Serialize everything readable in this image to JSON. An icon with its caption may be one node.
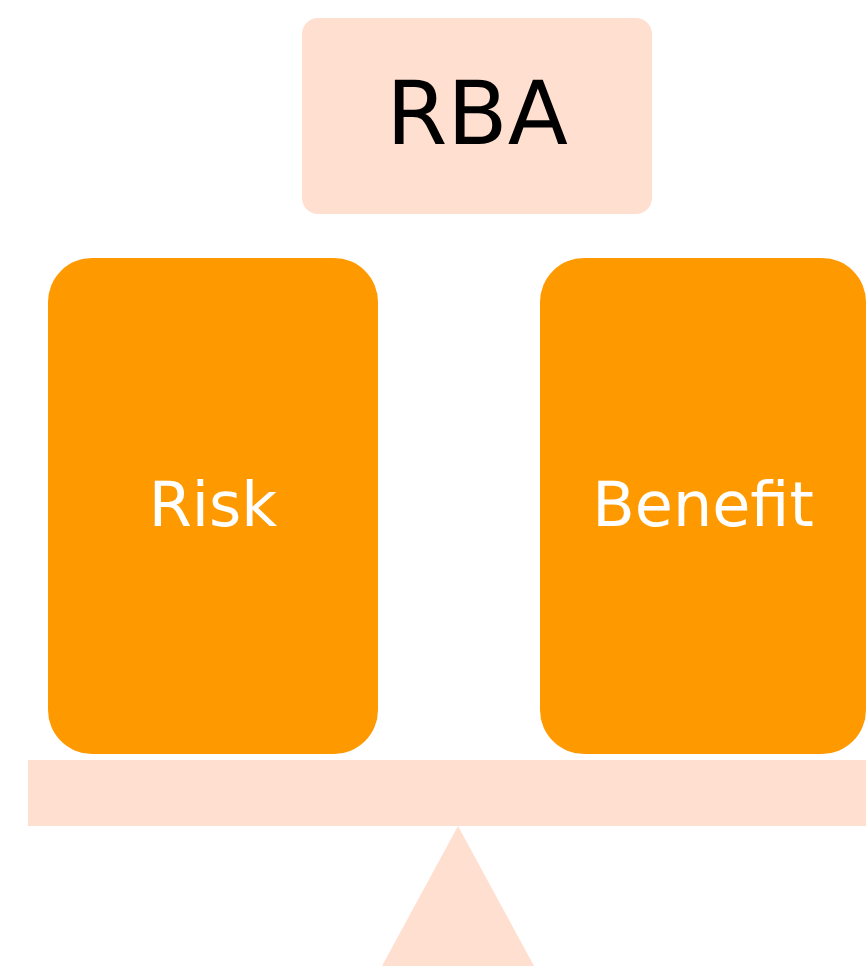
{
  "diagram": {
    "nodes": [
      {
        "text": [
          "RBA"
        ]
      },
      {
        "text": [
          "Risk"
        ]
      },
      {
        "text": [
          "Benefit"
        ]
      }
    ]
  }
}
